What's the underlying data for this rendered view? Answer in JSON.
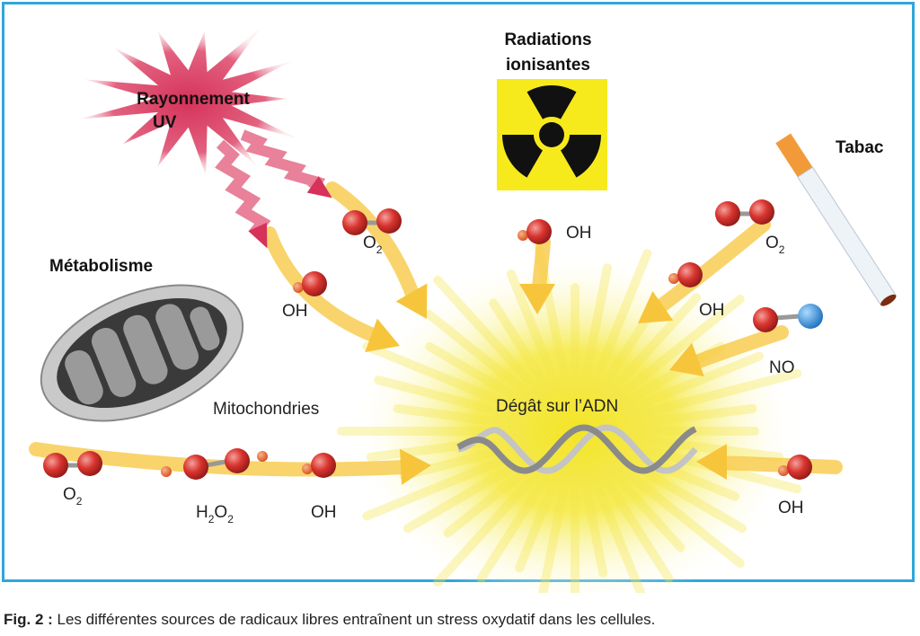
{
  "sources": {
    "uv": {
      "line1": "Rayonnement",
      "line2": "UV"
    },
    "radiation": {
      "line1": "Radiations",
      "line2": "ionisantes"
    },
    "tobacco": "Tabac",
    "metabolism": "Métabolisme",
    "mitochondria": "Mitochondries"
  },
  "target": "Dégât sur l’ADN",
  "molecules": {
    "uv_oh": "OH",
    "uv_o2": "O",
    "uv_o2_sub": "2",
    "rad_oh": "OH",
    "tab_o2": "O",
    "tab_o2_sub": "2",
    "tab_oh": "OH",
    "tab_no": "NO",
    "right_oh": "OH",
    "met_o2": "O",
    "met_o2_sub": "2",
    "met_h2o2_a": "H",
    "met_h2o2_sub1": "2",
    "met_h2o2_b": "O",
    "met_h2o2_sub2": "2",
    "met_oh": "OH"
  },
  "caption": {
    "prefix": "Fig. 2 :",
    "text": " Les différentes sources de radicaux libres entraînent un stress oxydatif dans les cellules."
  },
  "colors": {
    "frame": "#2fa6dc",
    "arrow": "#f7c53b",
    "oxygen": "#d9342f",
    "hydrogen": "#e8642a",
    "nitrogen": "#2f8fd6",
    "uv": "#d6325a",
    "radiation_bg": "#f7ea1c"
  }
}
